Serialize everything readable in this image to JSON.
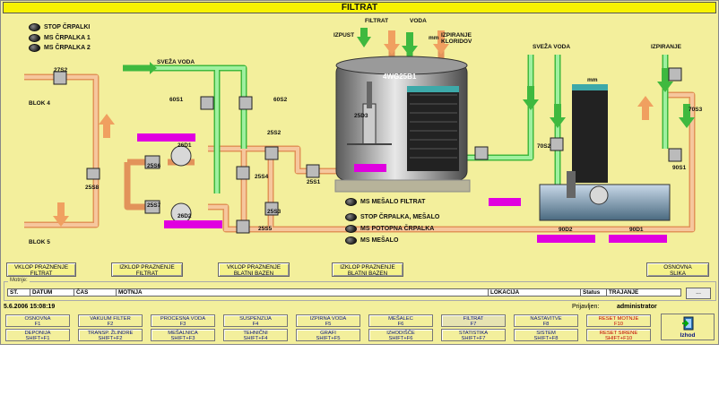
{
  "title": "FILTRAT",
  "lamps": [
    "STOP ČRPALKI",
    "MS ČRPALKA 1",
    "MS ČRPALKA 2"
  ],
  "tank_lamps": [
    "MS MEŠALO FILTRAT",
    "STOP ČRPALKA, MEŠALO",
    "MS POTOPNA ČRPALKA",
    "MS MEŠALO"
  ],
  "labels": {
    "blok4": "BLOK 4",
    "blok5": "BLOK 5",
    "sveza_voda_left": "SVEŽA VODA",
    "sveza_voda_right": "SVEŽA VODA",
    "izpust": "IZPUST",
    "filtrat": "FILTRAT",
    "voda": "VODA",
    "izpiranje_kloridov": "IZPIRANJE\nKLORIDOV",
    "izpiranje_right": "IZPIRANJE",
    "tank": "4WG25B1",
    "mm_left": "mm",
    "mm_right": "mm",
    "v27s2": "27S2",
    "v25s8": "25S8",
    "v25s6": "25S6",
    "v26d1": "26D1",
    "v25s7": "25S7",
    "v26d2": "26D2",
    "v60s1": "60S1",
    "v60s2": "60S2",
    "v25s2": "25S2",
    "v25s4": "25S4",
    "v25s3": "25S3",
    "v25s5": "25S5",
    "v25s1": "25S1",
    "v25d3": "25D3",
    "v70s2": "70S2",
    "v70s3": "70S3",
    "v90s1": "90S1",
    "v90d2": "90D2",
    "v90d1": "90D1"
  },
  "process_buttons": [
    {
      "line1": "VKLOP PRAZNENJE",
      "line2": "FILTRAT"
    },
    {
      "line1": "IZKLOP PRAZNENJE",
      "line2": "FILTRAT"
    },
    {
      "line1": "VKLOP PRAZNENJE",
      "line2": "BLATNI BAZEN"
    },
    {
      "line1": "IZKLOP PRAZNENJE",
      "line2": "BLATNI BAZEN"
    },
    {
      "line1": "OSNOVNA",
      "line2": "SLIKA"
    }
  ],
  "events": {
    "legend": "Motnje:",
    "columns": [
      "ST.",
      "DATUM",
      "ČAS",
      "MOTNJA",
      "LOKACIJA",
      "Status",
      "TRAJANJE"
    ],
    "more_label": "..."
  },
  "status": {
    "datetime": "5.6.2006 15:08:19",
    "login_label": "Prijavljen:",
    "user": "administrator"
  },
  "menu_row1": [
    {
      "l1": "OSNOVNA",
      "l2": "F1"
    },
    {
      "l1": "VAKUUM FILTER",
      "l2": "F2"
    },
    {
      "l1": "PROCESNA VODA",
      "l2": "F3"
    },
    {
      "l1": "SUSPENZIJA",
      "l2": "F4"
    },
    {
      "l1": "IZPIRNA VODA",
      "l2": "F5"
    },
    {
      "l1": "MEŠALEC",
      "l2": "F6"
    },
    {
      "l1": "FILTRAT",
      "l2": "F7"
    },
    {
      "l1": "NASTAVITVE",
      "l2": "F8"
    },
    {
      "l1": "RESET MOTNJE",
      "l2": "F10"
    }
  ],
  "menu_row2": [
    {
      "l1": "DEPONIJA",
      "l2": "SHIFT+F1"
    },
    {
      "l1": "TRANSP. ŽLINDRE",
      "l2": "SHIFT+F2"
    },
    {
      "l1": "MEŠALNICA",
      "l2": "SHIFT+F3"
    },
    {
      "l1": "TEHNIČNI",
      "l2": "SHIFT+F4"
    },
    {
      "l1": "GRAFI",
      "l2": "SHIFT+F5"
    },
    {
      "l1": "IZHODIŠČE",
      "l2": "SHIFT+F6"
    },
    {
      "l1": "STATISTIKA",
      "l2": "SHIFT+F7"
    },
    {
      "l1": "SISTEM",
      "l2": "SHIFT+F8"
    },
    {
      "l1": "RESET SIRENE",
      "l2": "SHIFT+F10"
    }
  ],
  "exit_label": "Izhod",
  "colors": {
    "panel": "#f3ef9c",
    "title": "#f7f200",
    "pipe_orange": "#f2b27e",
    "pipe_green": "#7fe07f",
    "magenta": "#e000e0",
    "menu_text": "#0a1580",
    "alarm_red": "#c00000"
  },
  "icons": {
    "lamp": "led-icon",
    "valve": "valve-icon",
    "pump": "pump-icon",
    "exit": "exit-door-icon"
  }
}
